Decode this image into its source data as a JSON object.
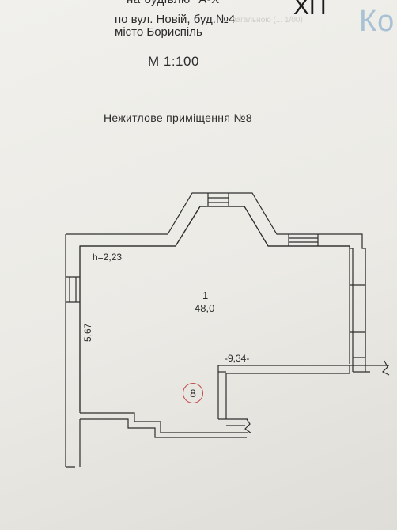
{
  "header": {
    "cut_line": "на будівлю \"А-Х\"",
    "address_line1": "по вул. Новій, буд.№4",
    "address_line2": "місто Бориспіль",
    "scale": "М 1:100",
    "title": "Нежитлове приміщення №8",
    "ghost_text": "ХП",
    "stamp_text": "Ко",
    "stamp_small": "загальною (... 1/00)"
  },
  "plan": {
    "ceiling_height": "h=2,23",
    "room_number": "1",
    "room_area": "48,0",
    "dim_horizontal": "-9,34-",
    "dim_vertical": "5,67",
    "unit_number": "8"
  },
  "colors": {
    "line": "#2e2e2e",
    "badge": "#c24a4a",
    "stamp": "#a8c1d4",
    "paper": "#eceae5"
  }
}
